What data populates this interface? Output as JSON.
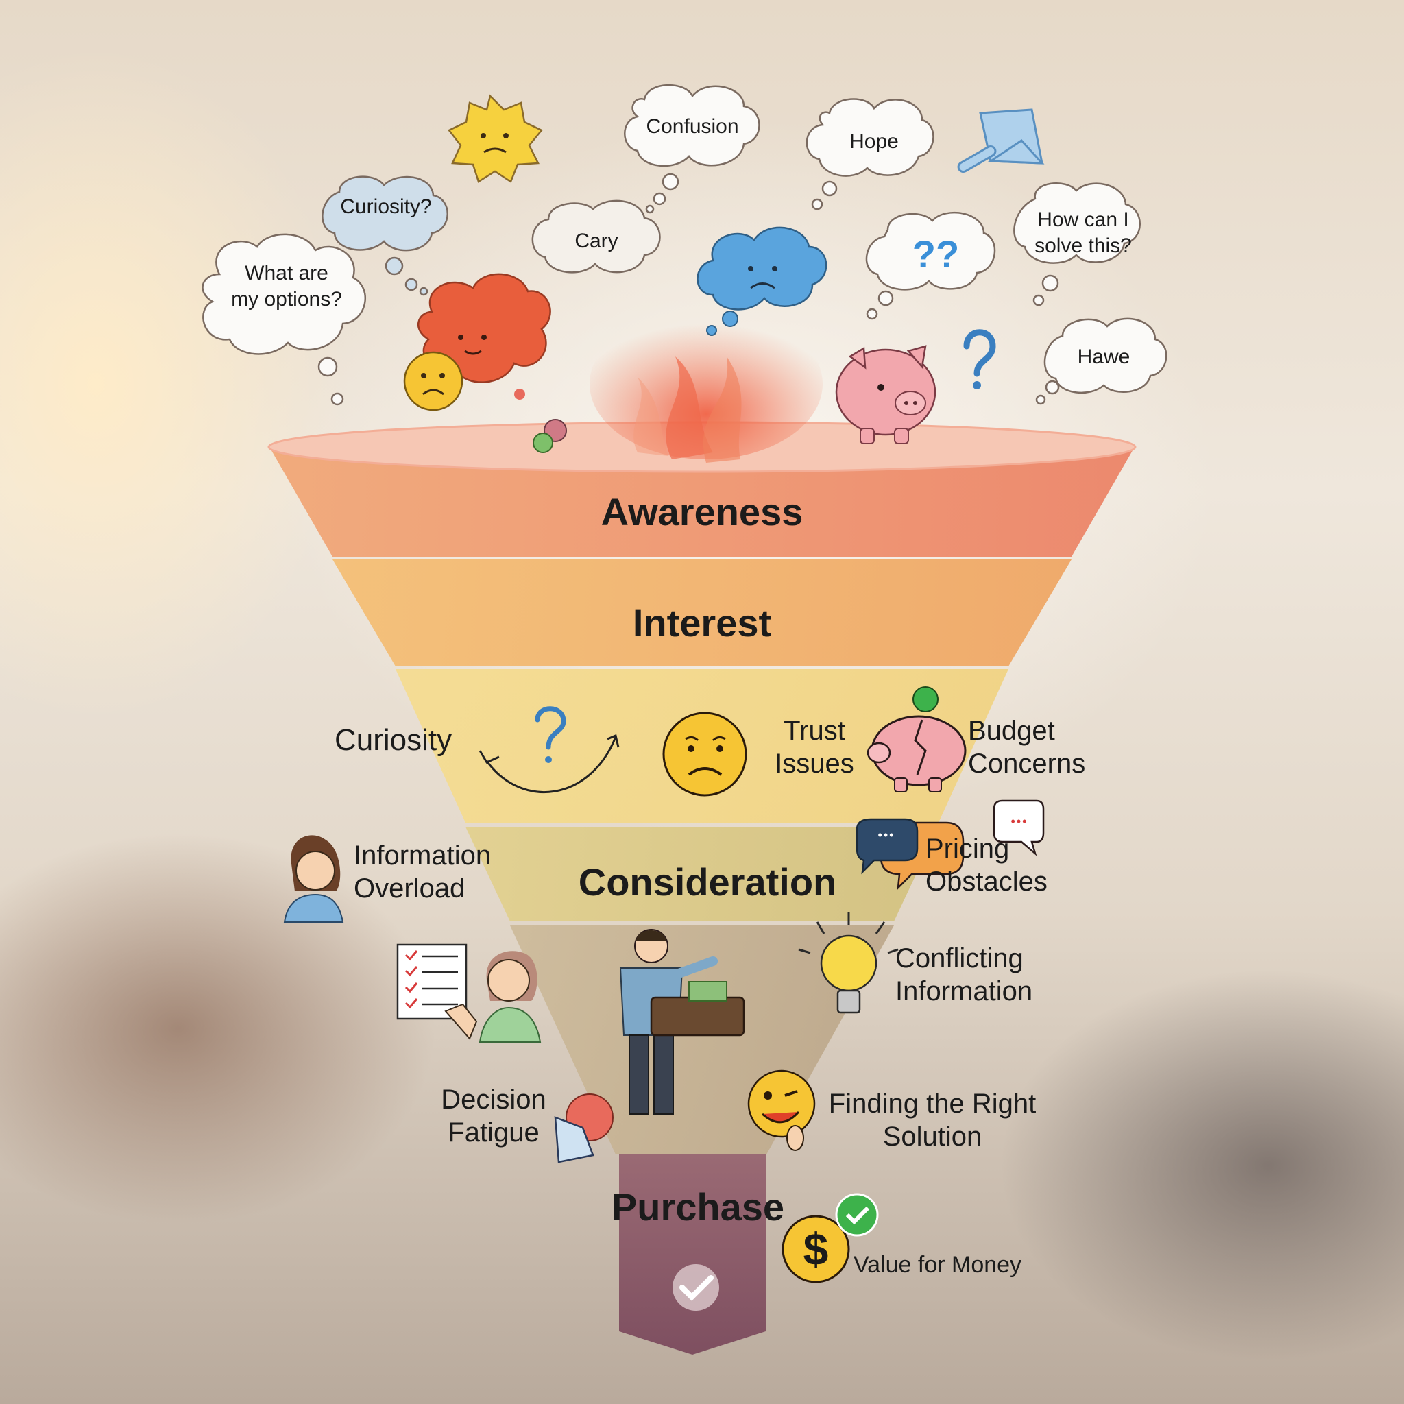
{
  "funnel": {
    "stages": [
      {
        "id": "awareness",
        "label": "Awareness",
        "color": "#ee9470"
      },
      {
        "id": "interest",
        "label": "Interest",
        "color": "#f1b06c"
      },
      {
        "id": "middle",
        "label": "",
        "color": "#f3d788"
      },
      {
        "id": "consideration",
        "label": "Consideration",
        "color": "#dccb86"
      },
      {
        "id": "lower",
        "label": "",
        "color": "#c4b08e"
      },
      {
        "id": "purchase",
        "label": "Purchase",
        "color": "#8e5e6c"
      }
    ]
  },
  "thought_bubbles": {
    "what_are_my_options": "What are\nmy options?",
    "curiosity_q": "Curiosity?",
    "confusion": "Confusion",
    "cary": "Cary",
    "hope": "Hope",
    "how_can_i_solve": "How can I\nsolve this?",
    "hawe": "Hawe",
    "question_marks": "??"
  },
  "labels": {
    "curiosity": "Curiosity",
    "trust_issues": "Trust\nIssues",
    "budget_concerns": "Budget\nConcerns",
    "information_overload": "Information\nOverload",
    "pricing_obstacles": "Pricing\nObstacles",
    "conflicting_information": "Conflicting\nInformation",
    "decision_fatigue": "Decision\nFatigue",
    "finding_right_solution": "Finding the Right\nSolution",
    "value_for_money": "Value for Money"
  },
  "glyphs": {
    "dollar": "$",
    "ellipsis": "•••"
  },
  "colors": {
    "sad_face": "#f6c534",
    "blue_cloud": "#5aa4dd",
    "red_cloud": "#e85e3c",
    "piggy": "#f2a7ad",
    "check_green": "#3db24b"
  }
}
